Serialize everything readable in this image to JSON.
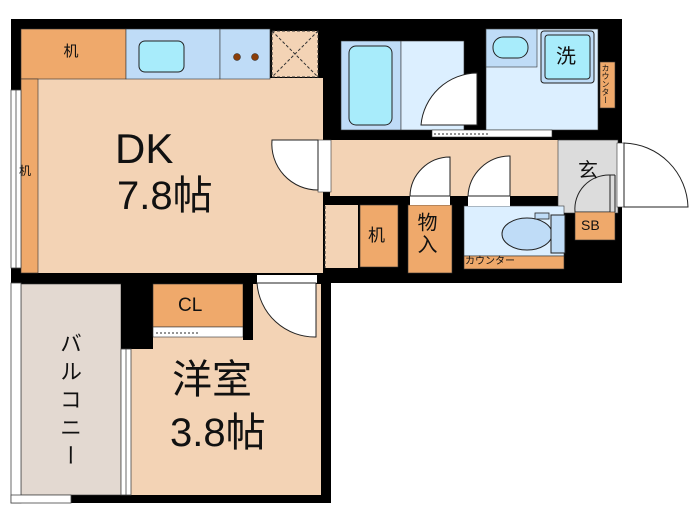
{
  "floorplan": {
    "colors": {
      "wall": "#000000",
      "room_floor": "#f3d3b5",
      "furniture_orange": "#efa96b",
      "wet_area_light": "#dcefff",
      "wet_area_mid": "#bfdcf7",
      "fixture_cyan": "#a8ecfb",
      "entrance_gray": "#dcdcdc",
      "balcony": "#e3d9d1",
      "door_swing": "#ffffff",
      "stove_burner": "#8a3e0a"
    },
    "rooms": {
      "dk": {
        "name": "DK",
        "size": "7.8帖"
      },
      "western": {
        "name": "洋室",
        "size": "3.8帖"
      },
      "balcony": {
        "name": "バルコニー"
      },
      "entrance": {
        "name": "玄"
      }
    },
    "fixtures": {
      "desk_top": "机",
      "desk_left": "机",
      "desk_hall": "机",
      "storage": "物入",
      "closet": "CL",
      "washer": "洗",
      "counter_wash": "カウンター",
      "counter_toilet": "カウンター",
      "shoe_box": "SB"
    }
  }
}
